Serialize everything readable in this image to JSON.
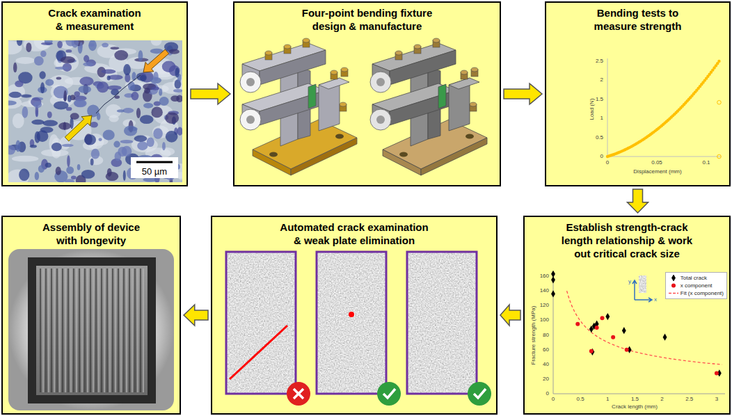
{
  "diagram": {
    "nodes": [
      {
        "text": [
          "Crack examination & measurement"
        ]
      },
      {
        "text": [
          "Four-point bending fixture design & manufacture"
        ]
      },
      {
        "text": [
          "Bending tests to measure strength"
        ]
      },
      {
        "text": [
          "Assembly of device with longevity"
        ]
      },
      {
        "text": [
          "Automated crack examination & weak plate elimination"
        ]
      },
      {
        "text": [
          "Establish strength-crack length relationship & work out critical crack size"
        ]
      }
    ],
    "edges": [
      {
        "from": 0,
        "to": 1,
        "arrow": "to"
      },
      {
        "from": 1,
        "to": 2,
        "arrow": "to"
      },
      {
        "from": 2,
        "to": 5,
        "arrow": "to"
      },
      {
        "from": 5,
        "to": 4,
        "arrow": "to"
      },
      {
        "from": 4,
        "to": 3,
        "arrow": "to"
      }
    ],
    "labels": [
      "50 µm",
      "2.5",
      "2",
      "1.5",
      "1",
      "0.5",
      "0",
      "0",
      "0.05",
      "0.1",
      "Displacement (mm)",
      "Load (N)",
      "160",
      "140",
      "120",
      "100",
      "80",
      "60",
      "40",
      "20",
      "0",
      "0",
      "0.5",
      "1",
      "1.5",
      "2",
      "2.5",
      "3",
      "Crack length (mm)",
      "Fracture strength (MPa)",
      "y",
      "x"
    ],
    "legend": [
      {
        "text": "Total crack"
      },
      {
        "text": "x component"
      },
      {
        "text": "Fit (x component)"
      }
    ]
  }
}
